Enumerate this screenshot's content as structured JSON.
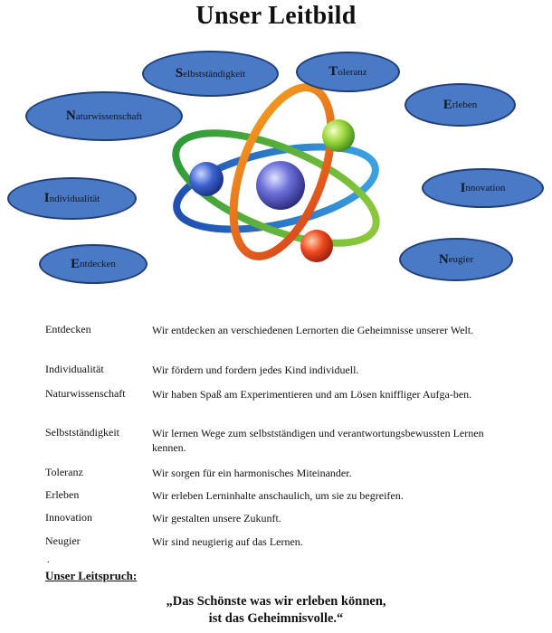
{
  "title": "Unser Leitbild",
  "ovals": [
    {
      "cap": "S",
      "rest": "elbstständigkeit"
    },
    {
      "cap": "T",
      "rest": "oleranz"
    },
    {
      "cap": "E",
      "rest": "rleben"
    },
    {
      "cap": "N",
      "rest": "aturwissenschaft"
    },
    {
      "cap": "I",
      "rest": "ndividualität"
    },
    {
      "cap": "I",
      "rest": "nnovation"
    },
    {
      "cap": "E",
      "rest": "ntdecken"
    },
    {
      "cap": "N",
      "rest": "eugier"
    }
  ],
  "colors": {
    "oval_fill": "#4a79c6",
    "oval_border": "#203f78",
    "orbit_orange": "#e8741e",
    "orbit_green": "#3aa648",
    "orbit_blue": "#2f67c8"
  },
  "icons": {
    "atom": "atom-graphic-icon"
  },
  "values": [
    {
      "key": "Entdecken",
      "text": "Wir entdecken an verschiedenen Lernorten die Geheimnisse unserer Welt."
    },
    {
      "key": "Individualität",
      "text": "Wir fördern und fordern jedes Kind individuell."
    },
    {
      "key": "Naturwissenschaft",
      "text": "Wir haben Spaß am Experimentieren und am Lösen kniffliger Aufga-ben."
    },
    {
      "key": "Selbstständigkeit",
      "text": "Wir lernen Wege zum selbstständigen und verantwortungsbewussten Lernen kennen."
    },
    {
      "key": "Toleranz",
      "text": "Wir sorgen für ein harmonisches Miteinander."
    },
    {
      "key": "Erleben",
      "text": "Wir erleben Lerninhalte anschaulich, um sie zu begreifen."
    },
    {
      "key": "Innovation",
      "text": "Wir gestalten unsere Zukunft."
    },
    {
      "key": "Neugier",
      "text": "Wir sind neugierig auf das Lernen."
    }
  ],
  "dot": ".",
  "motto_label": "Unser Leitspruch:",
  "motto_line1": "„Das Schönste was wir erleben können,",
  "motto_line2": "ist das Geheimnisvolle.“"
}
